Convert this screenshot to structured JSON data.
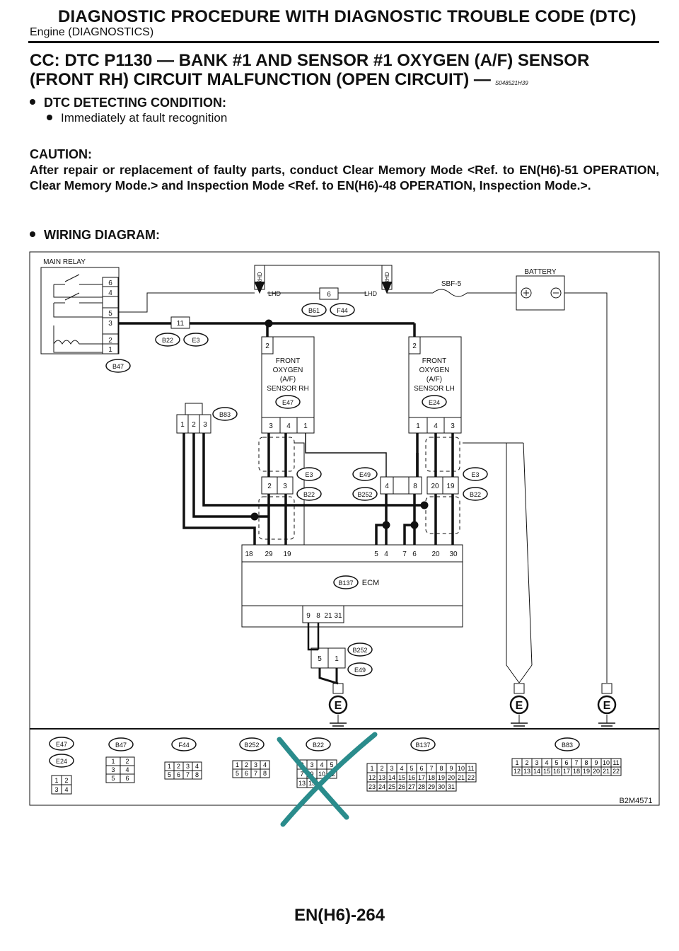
{
  "header": {
    "title": "DIAGNOSTIC PROCEDURE WITH DIAGNOSTIC TROUBLE CODE (DTC)",
    "subtitle": "Engine (DIAGNOSTICS)"
  },
  "section": {
    "title_line1": "CC:   DTC P1130 — BANK #1 AND SENSOR #1 OXYGEN (A/F) SENSOR",
    "title_line2": "(FRONT RH) CIRCUIT MALFUNCTION (OPEN CIRCUIT) —",
    "code": "S048521H39"
  },
  "condition": {
    "heading": "DTC DETECTING CONDITION:",
    "item": "Immediately at fault recognition"
  },
  "caution": {
    "heading": "CAUTION:",
    "text": "After repair or replacement of faulty parts, conduct Clear Memory Mode <Ref. to EN(H6)-51 OPERATION, Clear Memory Mode.> and Inspection Mode <Ref. to EN(H6)-48 OPERATION, Inspection Mode.>."
  },
  "wiring": {
    "heading": "WIRING DIAGRAM:",
    "main_relay": "MAIN RELAY",
    "battery": "BATTERY",
    "fuse": "SBF-5",
    "rhd": "RHD",
    "lhd": "LHD",
    "ecm": "ECM",
    "sensor_rh": [
      "FRONT",
      "OXYGEN",
      "(A/F)",
      "SENSOR RH"
    ],
    "sensor_lh": [
      "FRONT",
      "OXYGEN",
      "(A/F)",
      "SENSOR LH"
    ],
    "ground": "E",
    "figure_id": "B2M4571",
    "conn": {
      "b47": "B47",
      "b22": "B22",
      "e3": "E3",
      "b61": "B61",
      "f44": "F44",
      "e47": "E47",
      "e24": "E24",
      "b83": "B83",
      "e49": "E49",
      "b252": "B252",
      "b137": "B137"
    },
    "pins": {
      "relay": [
        "6",
        "4",
        "5",
        "3",
        "2",
        "1"
      ],
      "p11": "11",
      "p6": "6",
      "p2": "2",
      "rh": [
        "3",
        "4",
        "1"
      ],
      "lh": [
        "1",
        "4",
        "3"
      ],
      "b83": [
        "1",
        "2",
        "3"
      ],
      "e3_left": [
        "2",
        "3"
      ],
      "e49": [
        "4",
        "8"
      ],
      "e3_right": [
        "20",
        "19"
      ],
      "ecm_top": [
        "18",
        "29",
        "19",
        "5",
        "4",
        "7",
        "6",
        "20",
        "30"
      ],
      "ecm_bottom": [
        "9",
        "8",
        "21",
        "31"
      ],
      "b252_lower": [
        "5",
        "1"
      ]
    },
    "legend": {
      "e47": [
        "1",
        "2",
        "3",
        "4"
      ],
      "b47": [
        "1",
        "2",
        "3",
        "4",
        "5",
        "6"
      ],
      "f44": [
        "1",
        "2",
        "3",
        "4",
        "5",
        "6",
        "7",
        "8"
      ],
      "b252": [
        "1",
        "2",
        "3",
        "4",
        "5",
        "6",
        "7",
        "8"
      ],
      "b22": [
        "2",
        "3",
        "4",
        "5",
        "7",
        "9",
        "10",
        "12",
        "13",
        "15"
      ],
      "b137": [
        "1",
        "2",
        "3",
        "4",
        "5",
        "6",
        "7",
        "8",
        "9",
        "10",
        "11",
        "12",
        "13",
        "14",
        "15",
        "16",
        "17",
        "18",
        "19",
        "20",
        "21",
        "22",
        "23",
        "24",
        "25",
        "26",
        "27",
        "28",
        "29",
        "30",
        "31"
      ],
      "b83": [
        "1",
        "2",
        "3",
        "4",
        "5",
        "6",
        "7",
        "8",
        "9",
        "10",
        "11",
        "12",
        "13",
        "14",
        "15",
        "16",
        "17",
        "18",
        "19",
        "20",
        "21",
        "22"
      ]
    }
  },
  "footer": {
    "page": "EN(H6)-264"
  },
  "colors": {
    "annotation_cross": "#2a8c8c"
  }
}
